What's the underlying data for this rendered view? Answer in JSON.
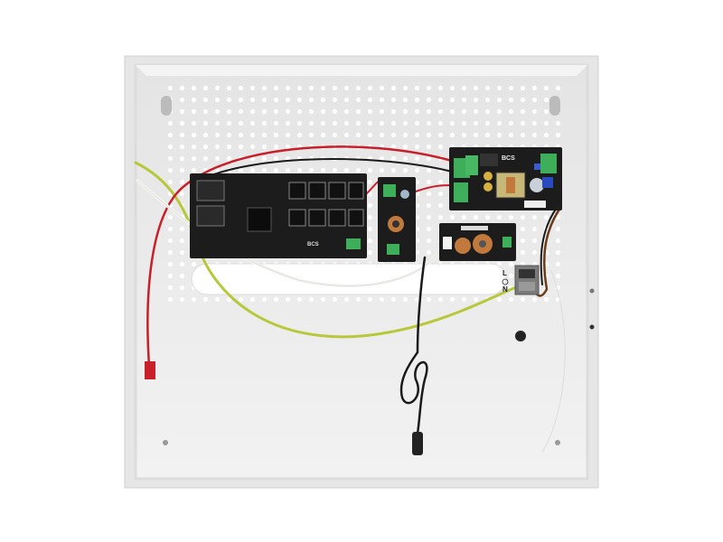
{
  "photo": {
    "subject": "enclosure-with-power-supply-and-switch-boards",
    "board_logo_text": "BCS",
    "terminal_labels": [
      "L",
      "N"
    ],
    "colors": {
      "enclosure": "#efefef",
      "pcb": "#1c1c1c",
      "terminal_green": "#3fae5a",
      "wire_red": "#c8202a",
      "wire_black": "#1a1a1a",
      "wire_green_yellow": "#b8c83a",
      "wire_white": "#f4f4f0",
      "wire_brown": "#6b3a1c",
      "choke_copper": "#c27a3c"
    }
  }
}
